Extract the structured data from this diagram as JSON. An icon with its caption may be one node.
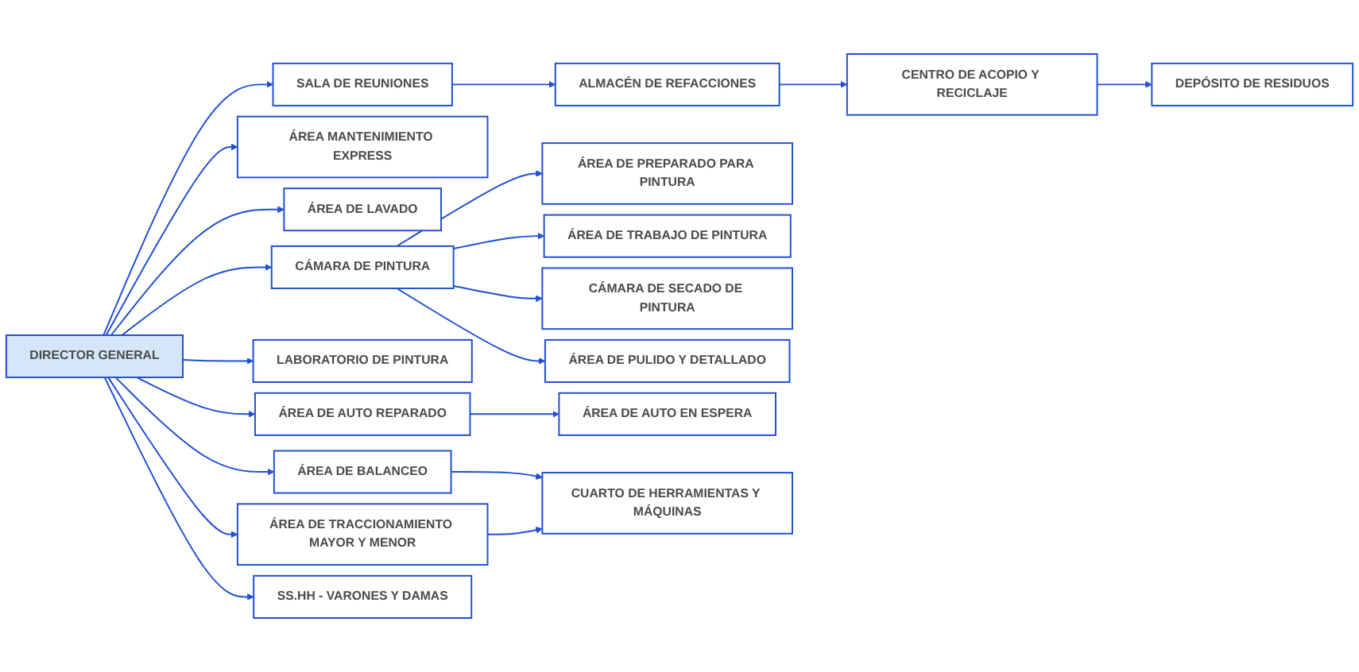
{
  "diagram": {
    "nodes": [
      {
        "text": [
          "DIRECTOR GENERAL"
        ]
      },
      {
        "text": [
          "SALA DE REUNIONES"
        ]
      },
      {
        "text": [
          "ALMACÉN DE REFACCIONES"
        ]
      },
      {
        "text": [
          "CENTRO DE ACOPIO Y RECICLAJE"
        ]
      },
      {
        "text": [
          "DEPÓSITO DE RESIDUOS"
        ]
      },
      {
        "text": [
          "ÁREA MANTENIMIENTO EXPRESS"
        ]
      },
      {
        "text": [
          "ÁREA DE LAVADO"
        ]
      },
      {
        "text": [
          "CÁMARA DE PINTURA"
        ]
      },
      {
        "text": [
          "LABORATORIO DE PINTURA"
        ]
      },
      {
        "text": [
          "ÁREA DE AUTO REPARADO"
        ]
      },
      {
        "text": [
          "ÁREA DE BALANCEO"
        ]
      },
      {
        "text": [
          "ÁREA DE TRACCIONAMIENTO MAYOR Y MENOR"
        ]
      },
      {
        "text": [
          "SS.HH - VARONES Y DAMAS"
        ]
      },
      {
        "text": [
          "ÁREA DE PREPARADO PARA PINTURA"
        ]
      },
      {
        "text": [
          "ÁREA DE TRABAJO DE PINTURA"
        ]
      },
      {
        "text": [
          "CÁMARA DE SECADO DE PINTURA"
        ]
      },
      {
        "text": [
          "ÁREA DE PULIDO Y DETALLADO"
        ]
      },
      {
        "text": [
          "ÁREA DE AUTO EN ESPERA"
        ]
      },
      {
        "text": [
          "CUARTO DE HERRAMIENTAS Y MÁQUINAS"
        ]
      }
    ],
    "edges": [
      {
        "from": 0,
        "to": 1,
        "arrow": "to"
      },
      {
        "from": 1,
        "to": 2,
        "arrow": "to"
      },
      {
        "from": 2,
        "to": 3,
        "arrow": "to"
      },
      {
        "from": 3,
        "to": 4,
        "arrow": "to"
      },
      {
        "from": 0,
        "to": 5,
        "arrow": "to"
      },
      {
        "from": 0,
        "to": 6,
        "arrow": "to"
      },
      {
        "from": 0,
        "to": 7,
        "arrow": "to"
      },
      {
        "from": 0,
        "to": 8,
        "arrow": "to"
      },
      {
        "from": 0,
        "to": 9,
        "arrow": "to"
      },
      {
        "from": 0,
        "to": 10,
        "arrow": "to"
      },
      {
        "from": 0,
        "to": 11,
        "arrow": "to"
      },
      {
        "from": 0,
        "to": 12,
        "arrow": "to"
      },
      {
        "from": 7,
        "to": 13,
        "arrow": "to"
      },
      {
        "from": 7,
        "to": 14,
        "arrow": "to"
      },
      {
        "from": 7,
        "to": 15,
        "arrow": "to"
      },
      {
        "from": 7,
        "to": 16,
        "arrow": "to"
      },
      {
        "from": 9,
        "to": 17,
        "arrow": "to"
      },
      {
        "from": 10,
        "to": 18,
        "arrow": "to"
      },
      {
        "from": 11,
        "to": 18,
        "arrow": "to"
      }
    ]
  }
}
